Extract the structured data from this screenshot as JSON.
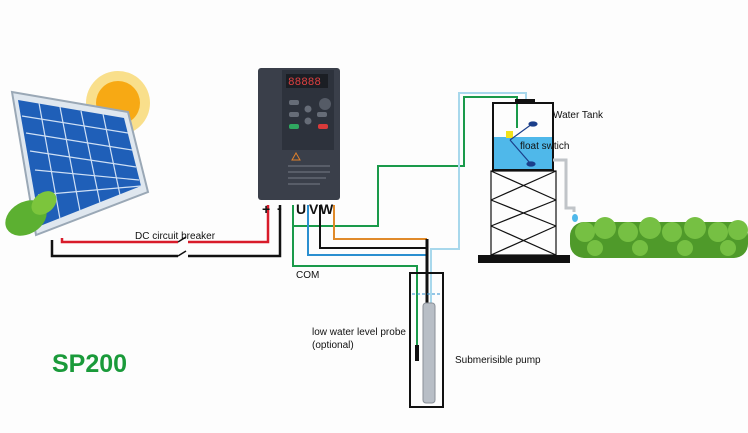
{
  "labels": {
    "water_tank": "Water Tank",
    "float_switch": "float swtich",
    "dc_breaker": "DC circuit breaker",
    "com": "COM",
    "probe_line1": "low water level probe",
    "probe_line2": "(optional)",
    "pump": "Submerisible pump",
    "model": "SP200"
  },
  "terminals": {
    "plus": "+",
    "minus": "-",
    "u": "U",
    "v": "V",
    "w": "W"
  },
  "colors": {
    "dc_positive": "#d81b2a",
    "dc_negative": "#111111",
    "com_wire": "#1a9a4a",
    "u_wire": "#2a8fd0",
    "w_wire": "#e08a2a",
    "level_wire": "#a8d8ec",
    "water": "#4fb8ea",
    "brand": "#1a9a3a"
  }
}
